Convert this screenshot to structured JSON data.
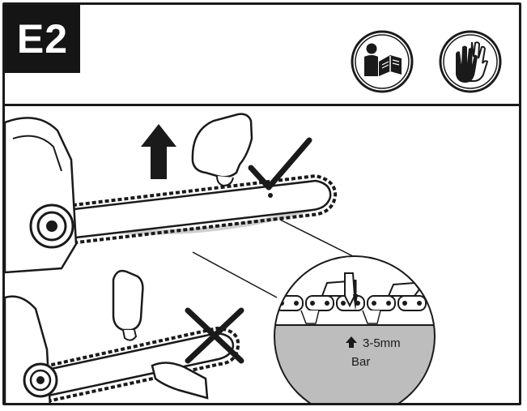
{
  "header": {
    "step_label": "E2",
    "icons": [
      "read-manual-icon",
      "wear-gloves-icon"
    ]
  },
  "detail": {
    "gap_label": "3-5mm",
    "bar_label": "Bar"
  },
  "colors": {
    "line": "#1a1a1a",
    "bar_fill": "#bdbdbd",
    "background": "#ffffff"
  }
}
